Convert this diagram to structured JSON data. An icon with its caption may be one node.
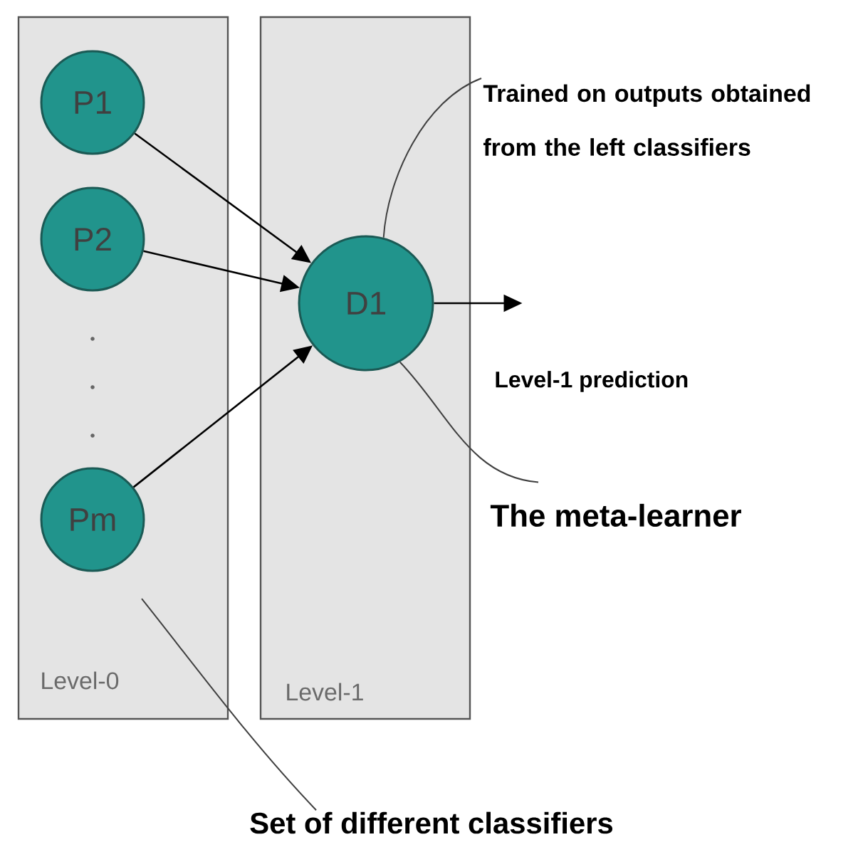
{
  "diagram": {
    "nodes": [
      {
        "text": [
          "Level-0"
        ]
      },
      {
        "text": [
          "P1"
        ],
        "in": 0
      },
      {
        "text": [
          "P2"
        ],
        "in": 0
      },
      {
        "text": [
          "Pm"
        ],
        "in": 0
      },
      {
        "text": [
          "Level-1"
        ]
      },
      {
        "text": [
          "D1"
        ],
        "in": 4
      },
      {
        "text": [
          "Trained on outputs obtained from the left classifiers"
        ]
      },
      {
        "text": [
          "The meta-learner"
        ]
      },
      {
        "text": [
          "Set of different classifiers"
        ]
      }
    ],
    "edges": [
      {
        "from": 1,
        "to": 5,
        "arrow": "to"
      },
      {
        "from": 2,
        "to": 5,
        "arrow": "to"
      },
      {
        "from": 3,
        "to": 5,
        "arrow": "to"
      },
      {
        "from": 5,
        "to": null,
        "arrow": "to"
      },
      {
        "from": 6,
        "to": 5,
        "arrow": "none"
      },
      {
        "from": 7,
        "to": 5,
        "arrow": "none"
      },
      {
        "from": 8,
        "to": 0,
        "arrow": "none"
      }
    ],
    "labels": [
      "Level-1 prediction"
    ]
  }
}
